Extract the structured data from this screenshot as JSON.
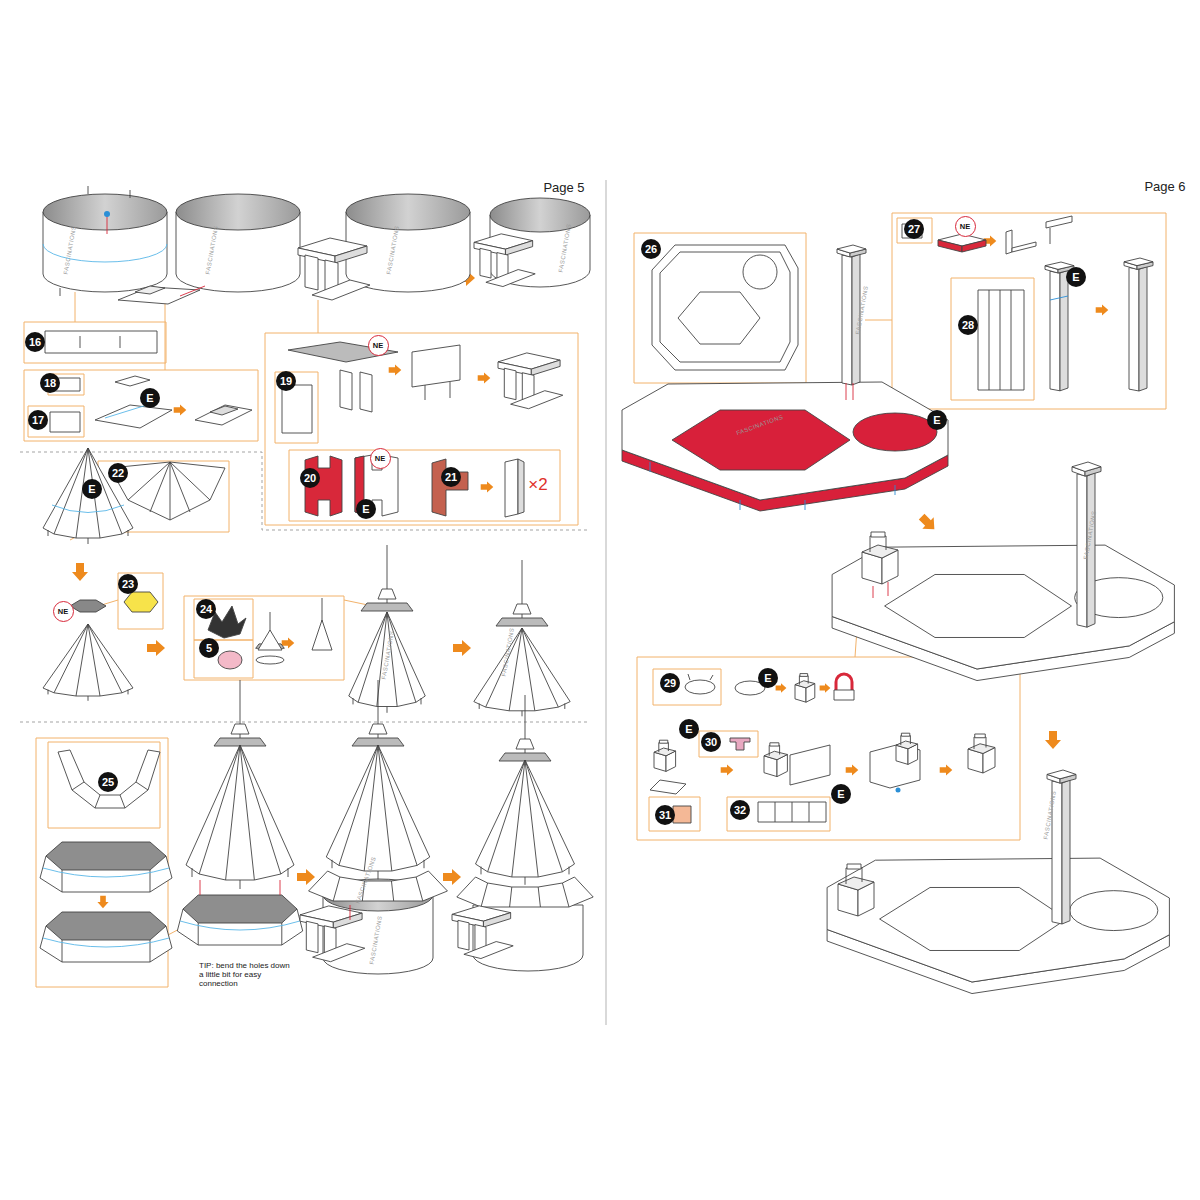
{
  "diagram": {
    "labels": [
      "Page 5",
      "16",
      "18",
      "E",
      "17",
      "NE",
      "19",
      "20",
      "NE",
      "E",
      "21",
      "×2",
      "E",
      "22",
      "NE",
      "23",
      "24",
      "5",
      "25",
      "TIP: bend the holes down a little bit for easy connection",
      "Page 6",
      "26",
      "27",
      "NE",
      "E",
      "28",
      "E",
      "29",
      "E",
      "E",
      "30",
      "E",
      "31",
      "32",
      "FASCINATIONS",
      "FASCINATIONS",
      "FASCINATIONS",
      "FASCINATIONS",
      "FASCINATIONS",
      "FASCINATIONS",
      "FASCINATIONS",
      "FASCINATIONS",
      "FASCINATIONS",
      "FASCINATIONS",
      "FASCINATIONS",
      "FASCINATIONS"
    ]
  }
}
